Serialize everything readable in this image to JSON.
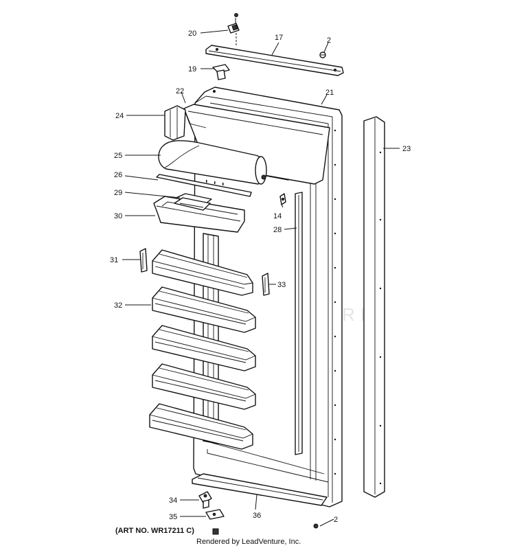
{
  "parts": [
    {
      "ref": "2",
      "key": "p2a"
    },
    {
      "ref": "2",
      "key": "p2b"
    },
    {
      "ref": "14",
      "key": "p14"
    },
    {
      "ref": "17",
      "key": "p17"
    },
    {
      "ref": "19",
      "key": "p19"
    },
    {
      "ref": "20",
      "key": "p20"
    },
    {
      "ref": "21",
      "key": "p21"
    },
    {
      "ref": "22",
      "key": "p22"
    },
    {
      "ref": "23",
      "key": "p23"
    },
    {
      "ref": "24",
      "key": "p24"
    },
    {
      "ref": "25",
      "key": "p25"
    },
    {
      "ref": "26",
      "key": "p26"
    },
    {
      "ref": "28",
      "key": "p28"
    },
    {
      "ref": "29",
      "key": "p29"
    },
    {
      "ref": "30",
      "key": "p30"
    },
    {
      "ref": "31",
      "key": "p31"
    },
    {
      "ref": "32",
      "key": "p32"
    },
    {
      "ref": "33",
      "key": "p33"
    },
    {
      "ref": "34",
      "key": "p34"
    },
    {
      "ref": "35",
      "key": "p35"
    },
    {
      "ref": "36",
      "key": "p36"
    }
  ],
  "footer": {
    "art_no": "(ART NO. WR17211 C)",
    "rendered_by": "Rendered by LeadVenture, Inc."
  },
  "watermark": {
    "text": "LEADVENTURE"
  }
}
